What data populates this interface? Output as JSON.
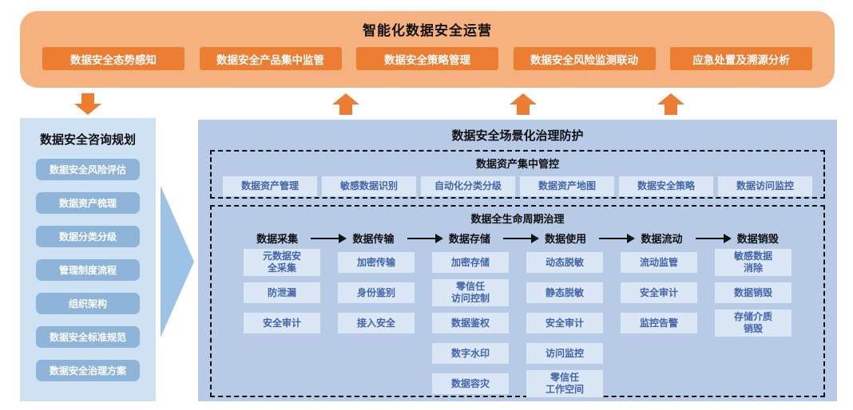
{
  "banner": {
    "title": "智能化数据安全运营",
    "buttons": [
      "数据安全态势感知",
      "数据安全产品集中监管",
      "数据安全策略管理",
      "数据安全风险监测联动",
      "应急处置及溯源分析"
    ]
  },
  "left_panel": {
    "title": "数据安全咨询规划",
    "items": [
      "数据安全风险评估",
      "数据资产梳理",
      "数据分类分级",
      "管理制度流程",
      "组织架构",
      "数据安全标准规范",
      "数据安全治理方案"
    ]
  },
  "right_panel": {
    "title": "数据安全场景化治理防护",
    "asset_control": {
      "title": "数据资产集中管控",
      "buttons": [
        "数据资产管理",
        "敏感数据识别",
        "自动化分类分级",
        "数据资产地图",
        "数据安全策略",
        "数据访问监控"
      ]
    },
    "lifecycle": {
      "title": "数据全生命周期治理",
      "stages": [
        {
          "label": "数据采集",
          "items": [
            "元数据安\n全采集",
            "防泄漏",
            "安全审计"
          ]
        },
        {
          "label": "数据传输",
          "items": [
            "加密传输",
            "身份鉴别",
            "接入安全"
          ]
        },
        {
          "label": "数据存储",
          "items": [
            "加密存储",
            "零信任\n访问控制",
            "数据鉴权",
            "数字水印",
            "数据容灾"
          ]
        },
        {
          "label": "数据使用",
          "items": [
            "动态脱敏",
            "静态脱敏",
            "安全审计",
            "访问监控",
            "零信任\n工作空间"
          ]
        },
        {
          "label": "数据流动",
          "items": [
            "流动监管",
            "安全审计",
            "监控告警"
          ]
        },
        {
          "label": "数据销毁",
          "items": [
            "敏感数据\n消除",
            "数据销毁",
            "存储介质\n销毁"
          ]
        }
      ]
    }
  },
  "colors": {
    "accent_orange": "#ed7d31",
    "banner_bg": "#f5b27f",
    "left_panel_bg": "#cfe2f3",
    "left_item_bg": "#8fb4d9",
    "right_panel_bg": "#b8cbe6",
    "chip_bg": "#dce7f5",
    "chip_text": "#4166ad",
    "flow_arrow_blue": "#9cc3e6"
  }
}
